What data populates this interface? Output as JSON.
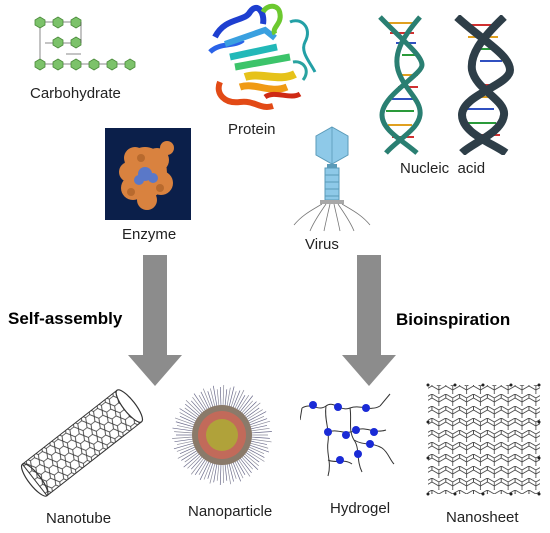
{
  "labels": {
    "carbohydrate": "Carbohydrate",
    "protein": "Protein",
    "nucleic_acid": "Nucleic  acid",
    "enzyme": "Enzyme",
    "virus": "Virus",
    "self_assembly": "Self-assembly",
    "bioinspiration": "Bioinspiration",
    "nanotube": "Nanotube",
    "nanoparticle": "Nanoparticle",
    "hydrogel": "Hydrogel",
    "nanosheet": "Nanosheet"
  },
  "colors": {
    "carbohydrate_green": "#7cc26a",
    "enzyme_bg": "#0b1f4a",
    "enzyme_orange": "#d9823f",
    "virus_blue": "#8ec9e8",
    "arrow_gray": "#8c8c8c",
    "hydrogel_blue": "#1a2bd6"
  },
  "icons": [
    "carbohydrate-chain-icon",
    "protein-ribbon-icon",
    "dna-helix-icon",
    "enzyme-image",
    "virus-icon",
    "nanotube-icon",
    "nanoparticle-icon",
    "hydrogel-icon",
    "nanosheet-icon"
  ]
}
